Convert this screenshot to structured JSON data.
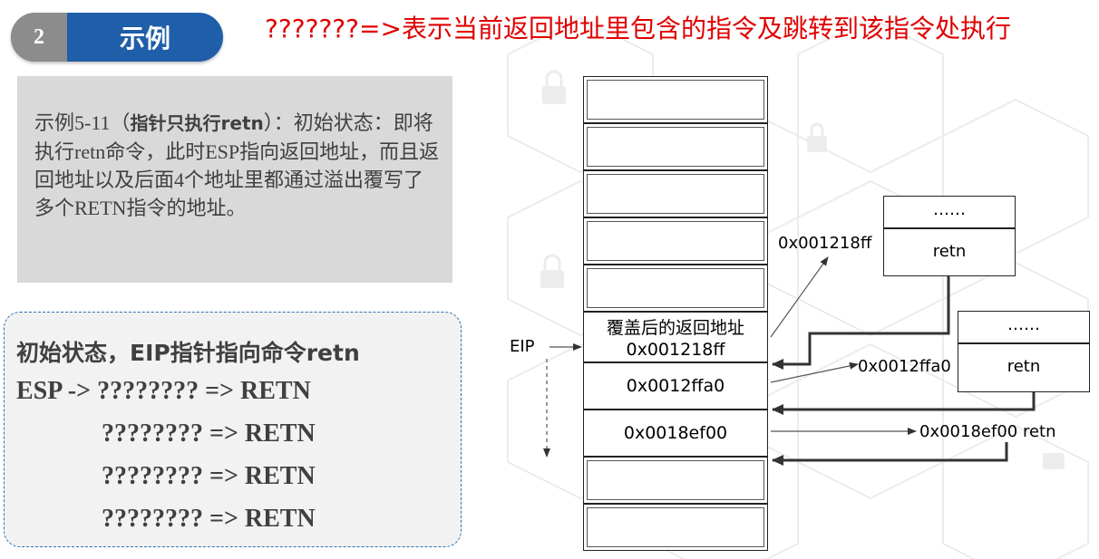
{
  "header": {
    "section_number": "2",
    "section_title": "示例",
    "red_title": "???????=>表示当前返回地址里包含的指令及跳转到该指令处执行"
  },
  "description": {
    "prefix": "示例5-11（",
    "bold": "指针只执行retn",
    "suffix": "）：初始状态：即将执行retn命令，此时ESP指向返回地址，而且返回地址以及后面4个地址里都通过溢出覆写了多个RETN指令的地址。"
  },
  "state": {
    "heading": "初始状态，EIP指针指向命令retn",
    "lines": [
      "ESP -> ???????? => RETN",
      "???????? => RETN",
      "???????? => RETN",
      "???????? => RETN"
    ]
  },
  "stack": {
    "eip_label": "EIP",
    "cells": [
      {
        "label": ""
      },
      {
        "label": ""
      },
      {
        "label": ""
      },
      {
        "label": ""
      },
      {
        "label": ""
      },
      {
        "label": "覆盖后的返回地址",
        "label2": "0x001218ff"
      },
      {
        "label": "0x0012ffa0"
      },
      {
        "label": "0x0018ef00"
      },
      {
        "label": ""
      },
      {
        "label": ""
      }
    ]
  },
  "targets": {
    "box1": {
      "top": "……",
      "bottom": "retn"
    },
    "box2": {
      "top": "……",
      "bottom": "retn"
    },
    "addr1": "0x001218ff",
    "addr2": "0x0012ffa0",
    "addr3": "0x0018ef00  retn"
  }
}
